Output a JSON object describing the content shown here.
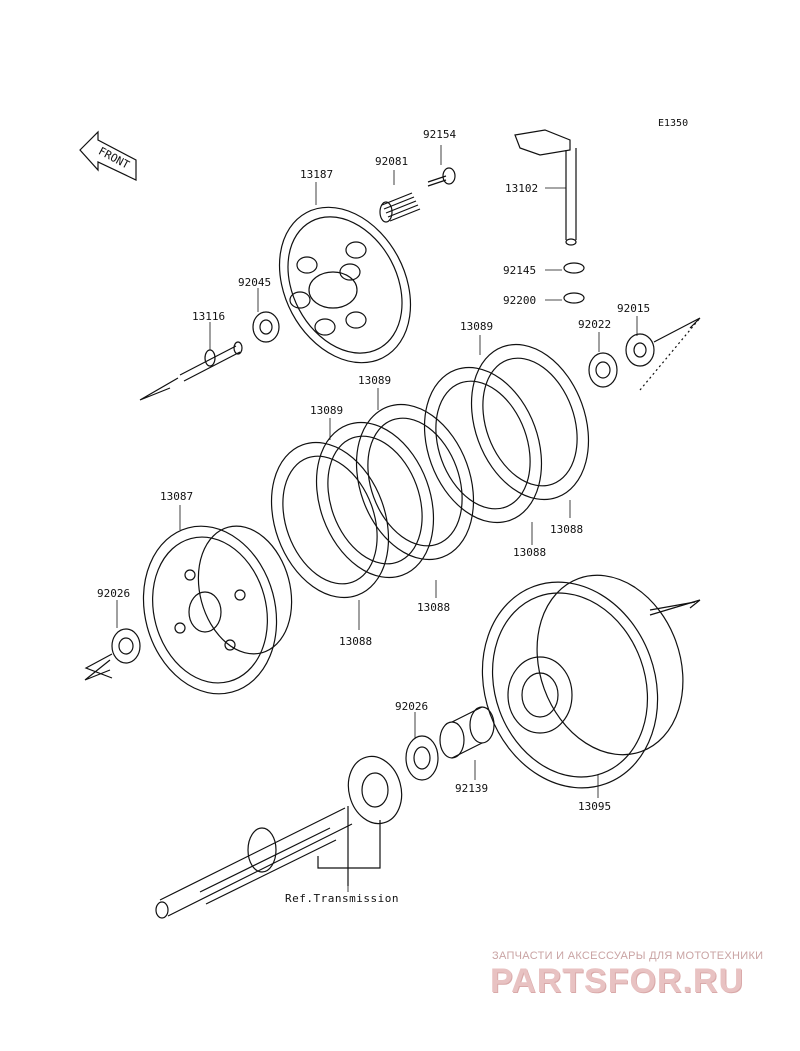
{
  "diagram": {
    "code": "E1350",
    "front_label": "FRONT",
    "ref_label": "Ref.Transmission",
    "parts": [
      {
        "id": "92154"
      },
      {
        "id": "92081"
      },
      {
        "id": "13187"
      },
      {
        "id": "13102"
      },
      {
        "id": "92045"
      },
      {
        "id": "13116"
      },
      {
        "id": "92145"
      },
      {
        "id": "92200"
      },
      {
        "id": "92015"
      },
      {
        "id": "92022"
      },
      {
        "id": "13089"
      },
      {
        "id": "13089"
      },
      {
        "id": "13089"
      },
      {
        "id": "13087"
      },
      {
        "id": "13088"
      },
      {
        "id": "13088"
      },
      {
        "id": "13088"
      },
      {
        "id": "13088"
      },
      {
        "id": "92026"
      },
      {
        "id": "92026"
      },
      {
        "id": "92139"
      },
      {
        "id": "13095"
      }
    ]
  },
  "watermark": {
    "tagline": "ЗАПЧАСТИ И АКСЕССУАРЫ ДЛЯ МОТОТЕХНИКИ",
    "logo": "PARTSFOR.RU"
  }
}
